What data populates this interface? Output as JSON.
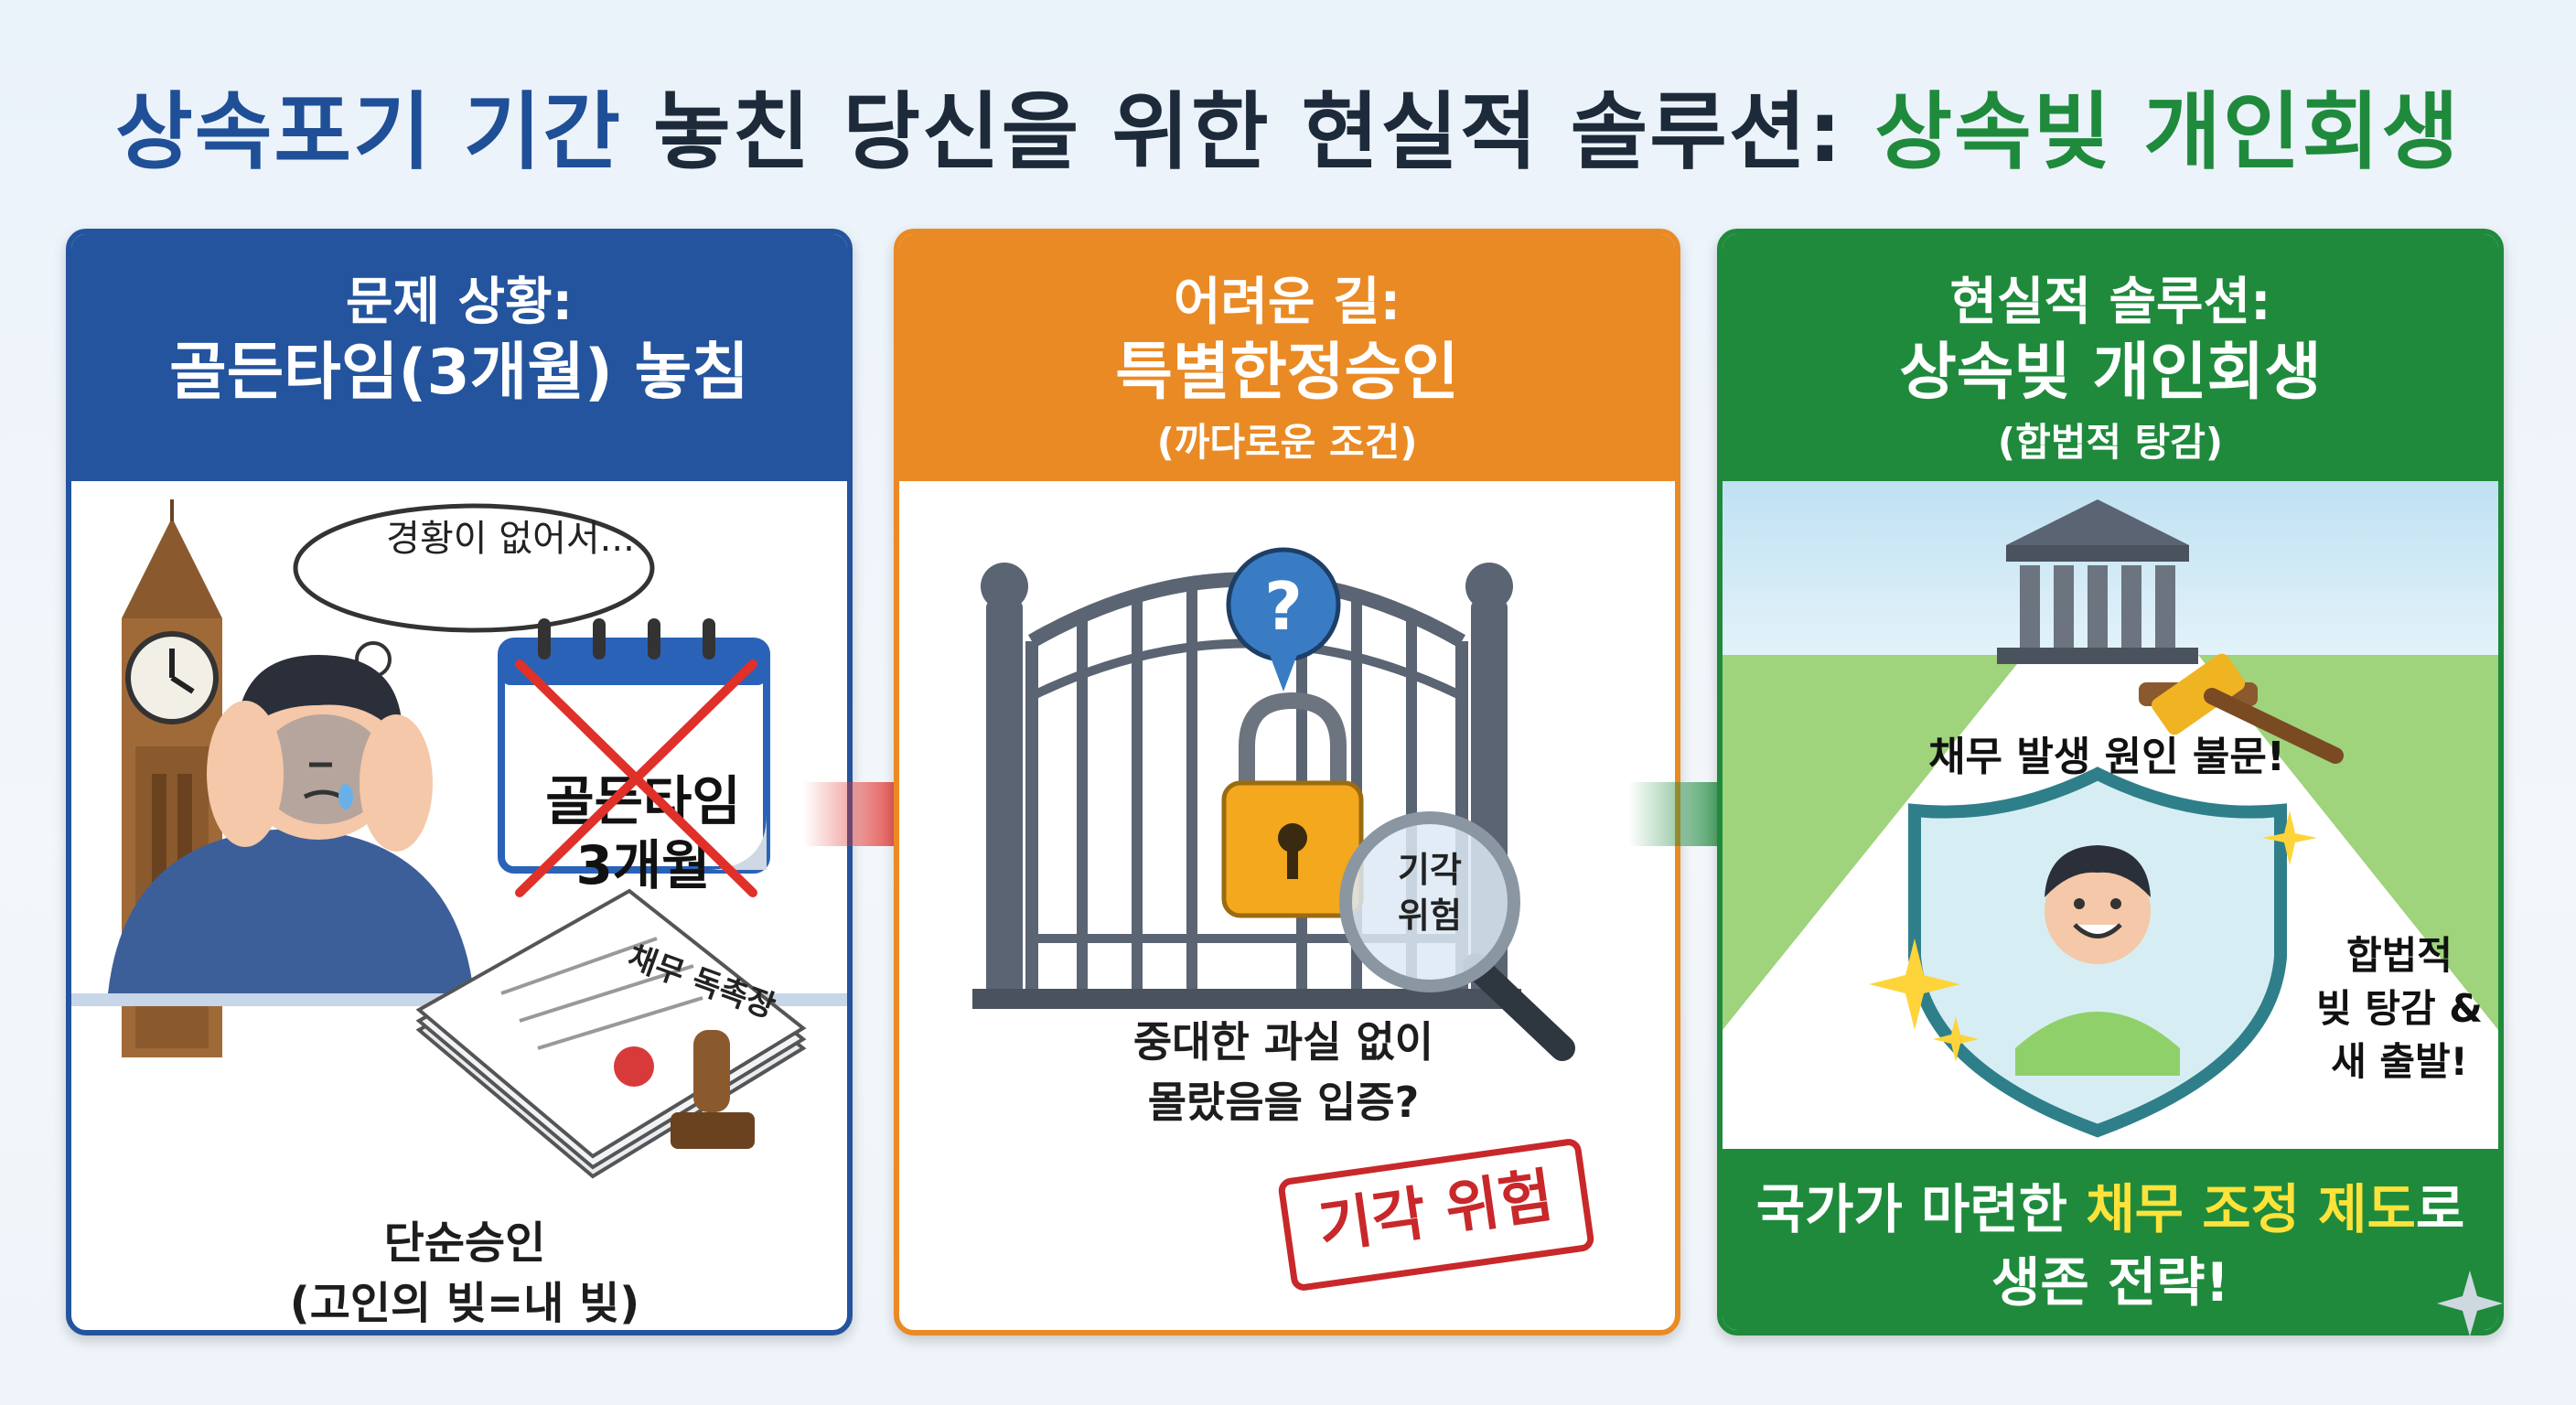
{
  "title": {
    "part1": "상속포기 기간",
    "part2": " 놓친 당신을 위한 현실적 솔루션: ",
    "part3": "상속빚 개인회생"
  },
  "panels": [
    {
      "header_line1": "문제 상황:",
      "header_line2": "골든타임(3개월) 놓침",
      "thought": "경황이 없어서...",
      "calendar_line1": "골든타임",
      "calendar_line2": "3개월",
      "document_label": "채무 독촉장",
      "caption_line1": "단순승인",
      "caption_line2": "(고인의 빚=내 빚)",
      "color": "#24549e"
    },
    {
      "header_line1": "어려운 길:",
      "header_line2": "특별한정승인",
      "header_sub": "(까다로운 조건)",
      "question_mark": "?",
      "magnifier_line1": "기각",
      "magnifier_line2": "위험",
      "caption_line1": "중대한 과실 없이",
      "caption_line2": "몰랐음을 입증?",
      "stamp": "기각 위험",
      "color": "#ea8a25"
    },
    {
      "header_line1": "현실적 솔루션:",
      "header_line2": "상속빚 개인회생",
      "header_sub": "(합법적 탕감)",
      "court_caption": "채무 발생 원인 불문!",
      "side_line1": "합법적",
      "side_line2": "빚 탕감 &",
      "side_line3": "새 출발!",
      "banner_pre": "국가가 마련한 ",
      "banner_highlight": "채무 조정 제도",
      "banner_post": "로",
      "banner_line2": "생존 전략!",
      "color": "#1f8a3c"
    }
  ],
  "colors": {
    "red_x": "#e0302a",
    "stamp_red": "#c8282a",
    "highlight": "#ffe23a"
  }
}
